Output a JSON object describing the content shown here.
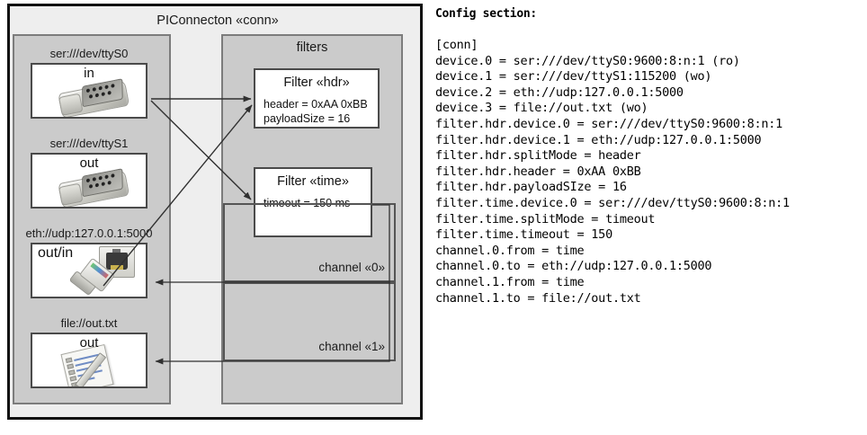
{
  "diagram": {
    "title": "PIConnecton «conn»",
    "devices_panel": {
      "name": "devices-panel"
    },
    "filters_panel": {
      "title": "filters"
    },
    "devices": [
      {
        "caption": "ser:///dev/ttyS0",
        "direction": "in",
        "icon": "serial-connector-icon"
      },
      {
        "caption": "ser:///dev/ttyS1",
        "direction": "out",
        "icon": "serial-connector-icon"
      },
      {
        "caption": "eth://udp:127.0.0.1:5000",
        "direction": "out/in",
        "icon": "ethernet-socket-icon"
      },
      {
        "caption": "file://out.txt",
        "direction": "out",
        "icon": "text-file-icon"
      }
    ],
    "filters": [
      {
        "title": "Filter «hdr»",
        "lines": [
          "header = 0xAA 0xBB",
          "payloadSize = 16"
        ]
      },
      {
        "title": "Filter «time»",
        "lines": [
          "timeout = 150 ms"
        ]
      }
    ],
    "channels": [
      {
        "label": "channel «0»"
      },
      {
        "label": "channel «1»"
      }
    ]
  },
  "config": {
    "heading": "Config section:",
    "lines": [
      "[conn]",
      "device.0 = ser:///dev/ttyS0:9600:8:n:1 (ro)",
      "device.1 = ser:///dev/ttyS1:115200 (wo)",
      "device.2 = eth://udp:127.0.0.1:5000",
      "device.3 = file://out.txt (wo)",
      "filter.hdr.device.0 = ser:///dev/ttyS0:9600:8:n:1",
      "filter.hdr.device.1 = eth://udp:127.0.0.1:5000",
      "filter.hdr.splitMode = header",
      "filter.hdr.header = 0xAA 0xBB",
      "filter.hdr.payloadSIze = 16",
      "filter.time.device.0 = ser:///dev/ttyS0:9600:8:n:1",
      "filter.time.splitMode = timeout",
      "filter.time.timeout = 150",
      "channel.0.from = time",
      "channel.0.to = eth://udp:127.0.0.1:5000",
      "channel.1.from = time",
      "channel.1.to = file://out.txt"
    ]
  },
  "colors": {
    "frame_border": "#111111",
    "frame_fill": "#eeeeee",
    "panel_fill": "#cbcbcb",
    "panel_border": "#7c7c7c",
    "box_fill": "#ffffff",
    "box_border": "#4a4a4a",
    "edge": "#303030"
  }
}
